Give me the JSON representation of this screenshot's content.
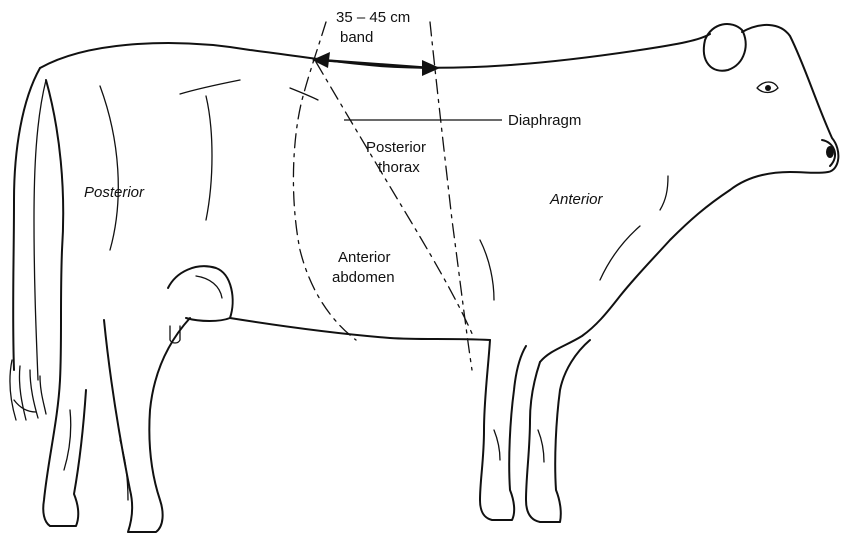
{
  "labels": {
    "band_line1": "35 – 45 cm",
    "band_line2": "band",
    "diaphragm": "Diaphragm",
    "posterior_thorax_line1": "Posterior",
    "posterior_thorax_line2": "thorax",
    "anterior_abdomen_line1": "Anterior",
    "anterior_abdomen_line2": "abdomen",
    "posterior": "Posterior",
    "anterior": "Anterior"
  }
}
